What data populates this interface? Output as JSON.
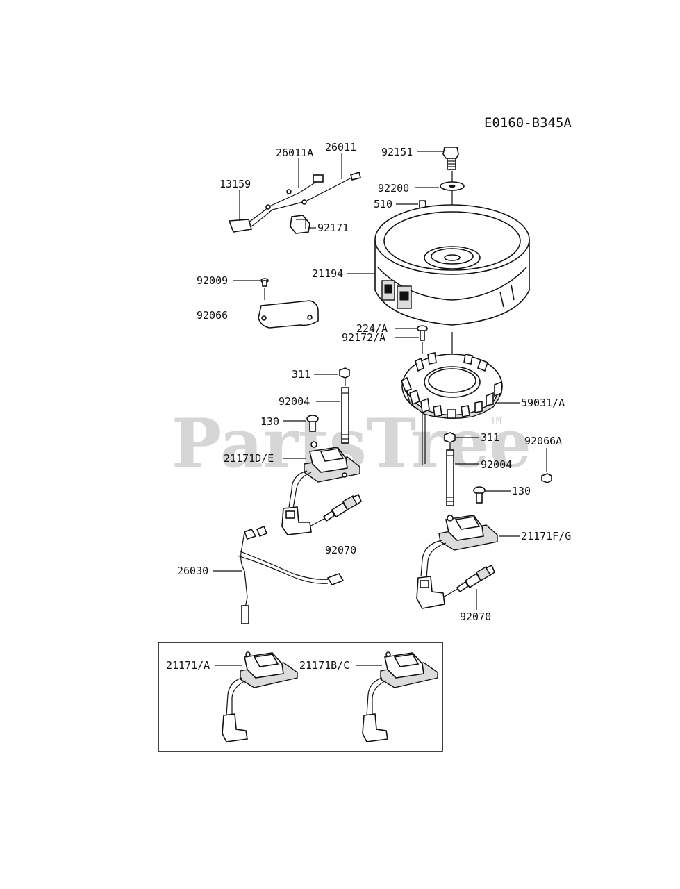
{
  "diagram_code": "E0160-B345A",
  "watermark": "PartsTree",
  "trademark": "TM",
  "callouts": {
    "p26011a": "26011A",
    "p26011": "26011",
    "p13159": "13159",
    "p92171": "92171",
    "p92151": "92151",
    "p92200": "92200",
    "p510": "510",
    "p21194": "21194",
    "p92009": "92009",
    "p92066": "92066",
    "p224a": "224/A",
    "p92172a": "92172/A",
    "p311_left": "311",
    "p92004_left": "92004",
    "p130_left": "130",
    "p21171de": "21171D/E",
    "p59031a": "59031/A",
    "p311_right": "311",
    "p92066a": "92066A",
    "p92004_right": "92004",
    "p130_right": "130",
    "p92070_left": "92070",
    "p21171fg": "21171F/G",
    "p26030": "26030",
    "p92070_right": "92070",
    "p21171a": "21171/A",
    "p21171bc": "21171B/C"
  }
}
